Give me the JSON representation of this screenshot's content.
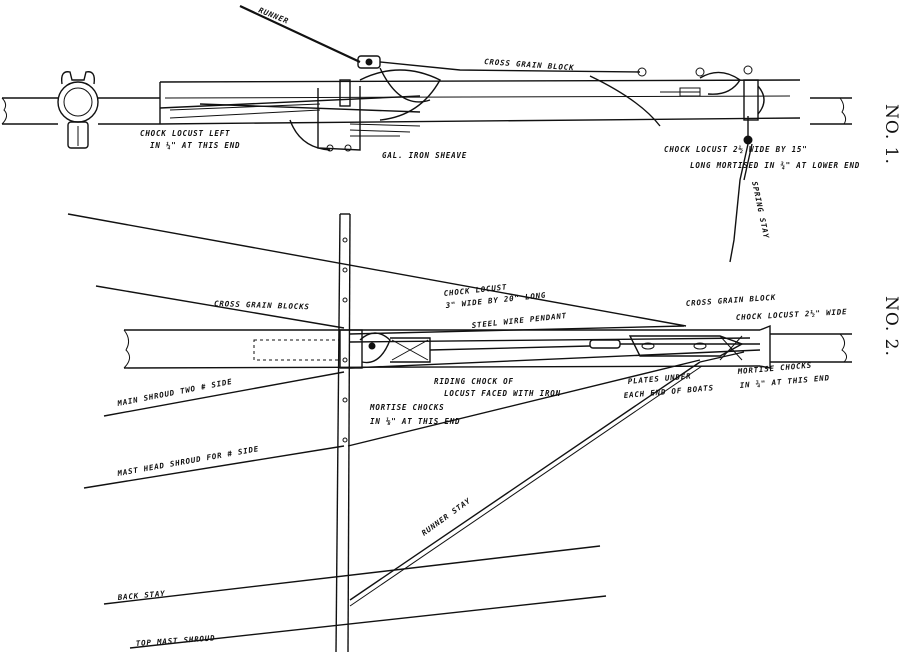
{
  "figure_1": {
    "number": "NO. 1.",
    "labels": {
      "runner": "RUNNER",
      "cross_grain_block": "CROSS GRAIN BLOCK",
      "chock_locust_left_1": "CHOCK LOCUST LEFT",
      "chock_locust_left_2": "IN ¼\" AT THIS END",
      "galv_iron_sheave": "GAL. IRON SHEAVE",
      "chock_locust_wide_1": "CHOCK LOCUST 2½ WIDE BY 15\"",
      "chock_locust_wide_2": "LONG MORTISED IN ¾\" AT LOWER END",
      "spring_stay": "SPRING STAY"
    }
  },
  "figure_2": {
    "number": "NO. 2.",
    "labels": {
      "cross_grain_blocks": "CROSS GRAIN BLOCKS",
      "chock_locust_1": "CHOCK LOCUST",
      "chock_locust_2": "3\" WIDE BY 20\" LONG",
      "steel_wire_pendant": "STEEL WIRE PENDANT",
      "cross_grain_block": "CROSS GRAIN BLOCK",
      "chock_locust_wide": "CHOCK LOCUST 2½\" WIDE",
      "main_shroud": "MAIN SHROUD TWO # SIDE",
      "riding_chock_1": "RIDING CHOCK OF",
      "riding_chock_2": "LOCUST FACED WITH IRON",
      "mortise_chocks_1": "MORTISE CHOCKS",
      "mortise_chocks_2": "IN ⅛\" AT THIS END",
      "plates_1": "PLATES UNDER",
      "plates_2": "EACH END OF BOATS",
      "mortise_chocks_r1": "MORTISE CHOCKS",
      "mortise_chocks_r2": "IN ¾\" AT THIS END",
      "mast_head_shroud": "MAST HEAD SHROUD FOR # SIDE",
      "runner_stay": "RUNNER STAY",
      "back_stay": "BACK STAY",
      "top_mast_shroud": "TOP MAST SHROUD"
    }
  }
}
